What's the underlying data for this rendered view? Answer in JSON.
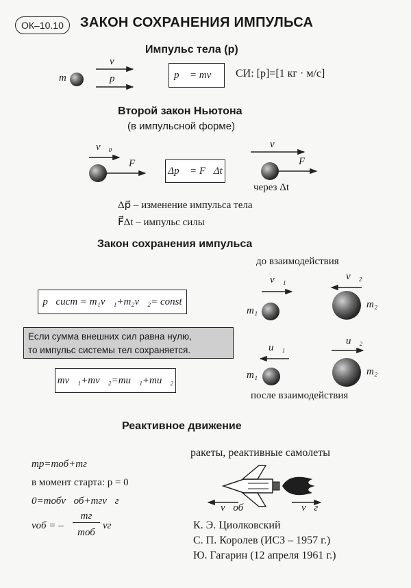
{
  "header": {
    "badge": "ОК–10.10",
    "title": "ЗАКОН СОХРАНЕНИЯ ИМПУЛЬСА"
  },
  "momentum": {
    "heading": "Импульс тела (p)",
    "mass": "m",
    "v_label": "v⃗",
    "p_label": "p⃗",
    "formula": "p⃗ = mv⃗",
    "si_units": "СИ: [p]=[1 кг · м/с]"
  },
  "newton": {
    "heading": "Второй закон Ньютона",
    "subheading": "(в импульсной форме)",
    "v0_label": "v⃗₀",
    "f_label": "F⃗",
    "formula": "Δp⃗ = F⃗Δt",
    "v_label": "v⃗",
    "after_label": "через Δt",
    "def_dp": "Δp⃗ – изменение импульса тела",
    "def_fdt": "F⃗Δt – импульс силы"
  },
  "conservation": {
    "heading": "Закон сохранения импульса",
    "before": "до взаимодействия",
    "after": "после взаимодействия",
    "formula_system": "p⃗сист = m₁v⃗₁+m₂v⃗₂= const",
    "note_line1": "Если сумма внешних сил равна нулю,",
    "note_line2": "то импульс системы тел сохраняется.",
    "formula_balance": "mv⃗₁+mv⃗₂=mu⃗₁+mu⃗₂",
    "m1": "m₁",
    "m2": "m₂",
    "v1": "v⃗₁",
    "v2": "v⃗₂",
    "u1": "u⃗₁",
    "u2": "u⃗₂"
  },
  "jet": {
    "heading": "Реактивное движение",
    "eq1": "mр=mоб+mг",
    "eq2": "в момент старта: p = 0",
    "eq3": "0=mобv⃗об+mгv⃗г",
    "eq4_lhs": "vоб = –",
    "eq4_num": "mг",
    "eq4_den": "mоб",
    "eq4_rhs": "vг",
    "examples": "ракеты, реактивные самолеты",
    "v_ob": "v⃗об",
    "v_g": "v⃗г",
    "people": [
      "К. Э. Циолковский",
      "С. П. Королев (ИСЗ – 1957 г.)",
      "Ю. Гагарин (12 апреля 1961 г.)"
    ]
  }
}
